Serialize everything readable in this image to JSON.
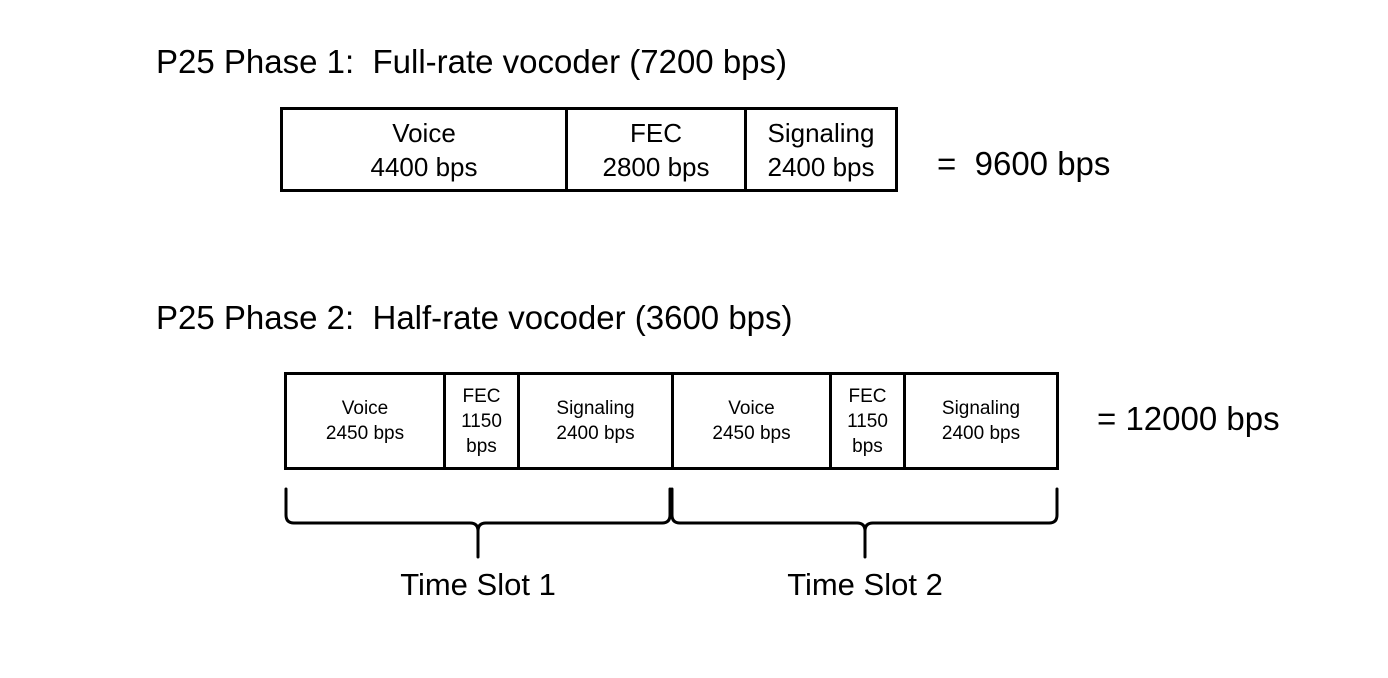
{
  "phase1": {
    "title": "P25 Phase 1:  Full-rate vocoder (7200 bps)",
    "fields": [
      {
        "name": "Voice",
        "rate": "4400 bps"
      },
      {
        "name": "FEC",
        "rate": "2800 bps"
      },
      {
        "name": "Signaling",
        "rate": "2400 bps"
      }
    ],
    "total": "=  9600 bps"
  },
  "phase2": {
    "title": "P25 Phase 2:  Half-rate vocoder (3600 bps)",
    "fields": [
      {
        "name": "Voice",
        "rate": "2450 bps"
      },
      {
        "name": "FEC",
        "rate": "1150\nbps"
      },
      {
        "name": "Signaling",
        "rate": "2400 bps"
      },
      {
        "name": "Voice",
        "rate": "2450 bps"
      },
      {
        "name": "FEC",
        "rate": "1150\nbps"
      },
      {
        "name": "Signaling",
        "rate": "2400 bps"
      }
    ],
    "total": "= 12000 bps",
    "time_slots": [
      "Time Slot 1",
      "Time Slot 2"
    ]
  }
}
